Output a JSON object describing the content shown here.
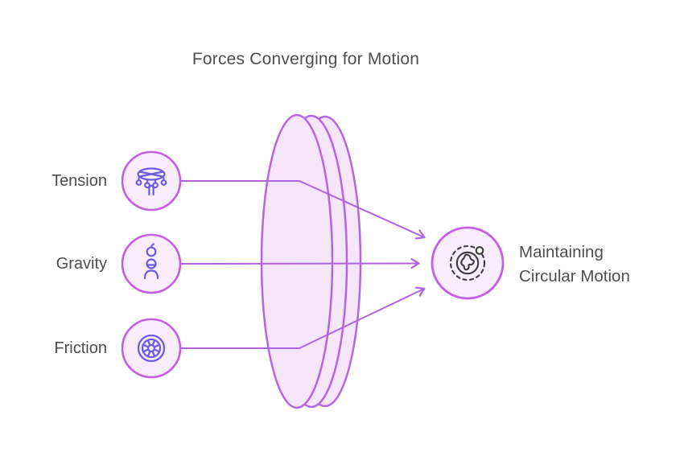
{
  "title": "Forces Converging for Motion",
  "nodes": {
    "inputs": [
      {
        "label": "Tension",
        "icon": "carousel-swing-icon"
      },
      {
        "label": "Gravity",
        "icon": "falling-apple-icon"
      },
      {
        "label": "Friction",
        "icon": "tire-wheel-icon"
      }
    ],
    "output": {
      "label": "Maintaining Circular Motion",
      "label_lines": [
        "Maintaining",
        "Circular Motion"
      ],
      "icon": "orbiting-planet-icon"
    }
  },
  "colors": {
    "background": "#ffffff",
    "text": "#4e4e4e",
    "node_fill": "#f9ecfc",
    "node_stroke": "#c45fe6",
    "lens_fill": "#f7e5fb",
    "lens_stroke": "#b766e2",
    "connector": "#ae64e0",
    "input_icon_stroke": "#6b5ce0",
    "output_icon_stroke": "#3d3d3d"
  }
}
